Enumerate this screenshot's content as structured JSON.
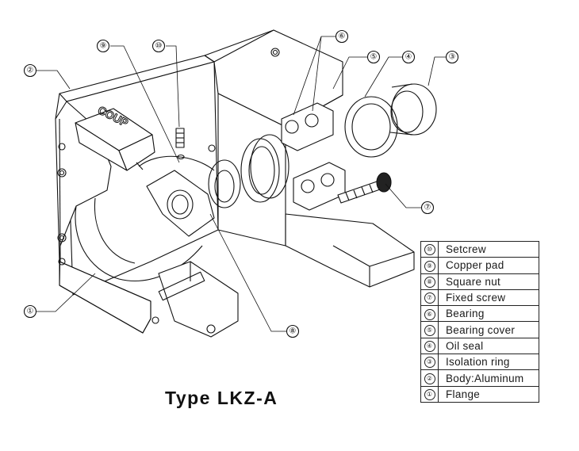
{
  "title": "Type  LKZ-A",
  "stamp_text": "COUP",
  "callouts": [
    "⑩",
    "⑨",
    "⑥",
    "⑤",
    "④",
    "③",
    "②",
    "⑦",
    "①",
    "⑧"
  ],
  "legend": [
    {
      "num": "⑩",
      "label": "Setcrew"
    },
    {
      "num": "⑨",
      "label": "Copper pad"
    },
    {
      "num": "⑧",
      "label": "Square nut"
    },
    {
      "num": "⑦",
      "label": "Fixed screw"
    },
    {
      "num": "⑥",
      "label": "Bearing"
    },
    {
      "num": "⑤",
      "label": "Bearing cover"
    },
    {
      "num": "④",
      "label": "Oil seal"
    },
    {
      "num": "③",
      "label": "Isolation ring"
    },
    {
      "num": "②",
      "label": "Body:Aluminum"
    },
    {
      "num": "①",
      "label": "Flange"
    }
  ]
}
